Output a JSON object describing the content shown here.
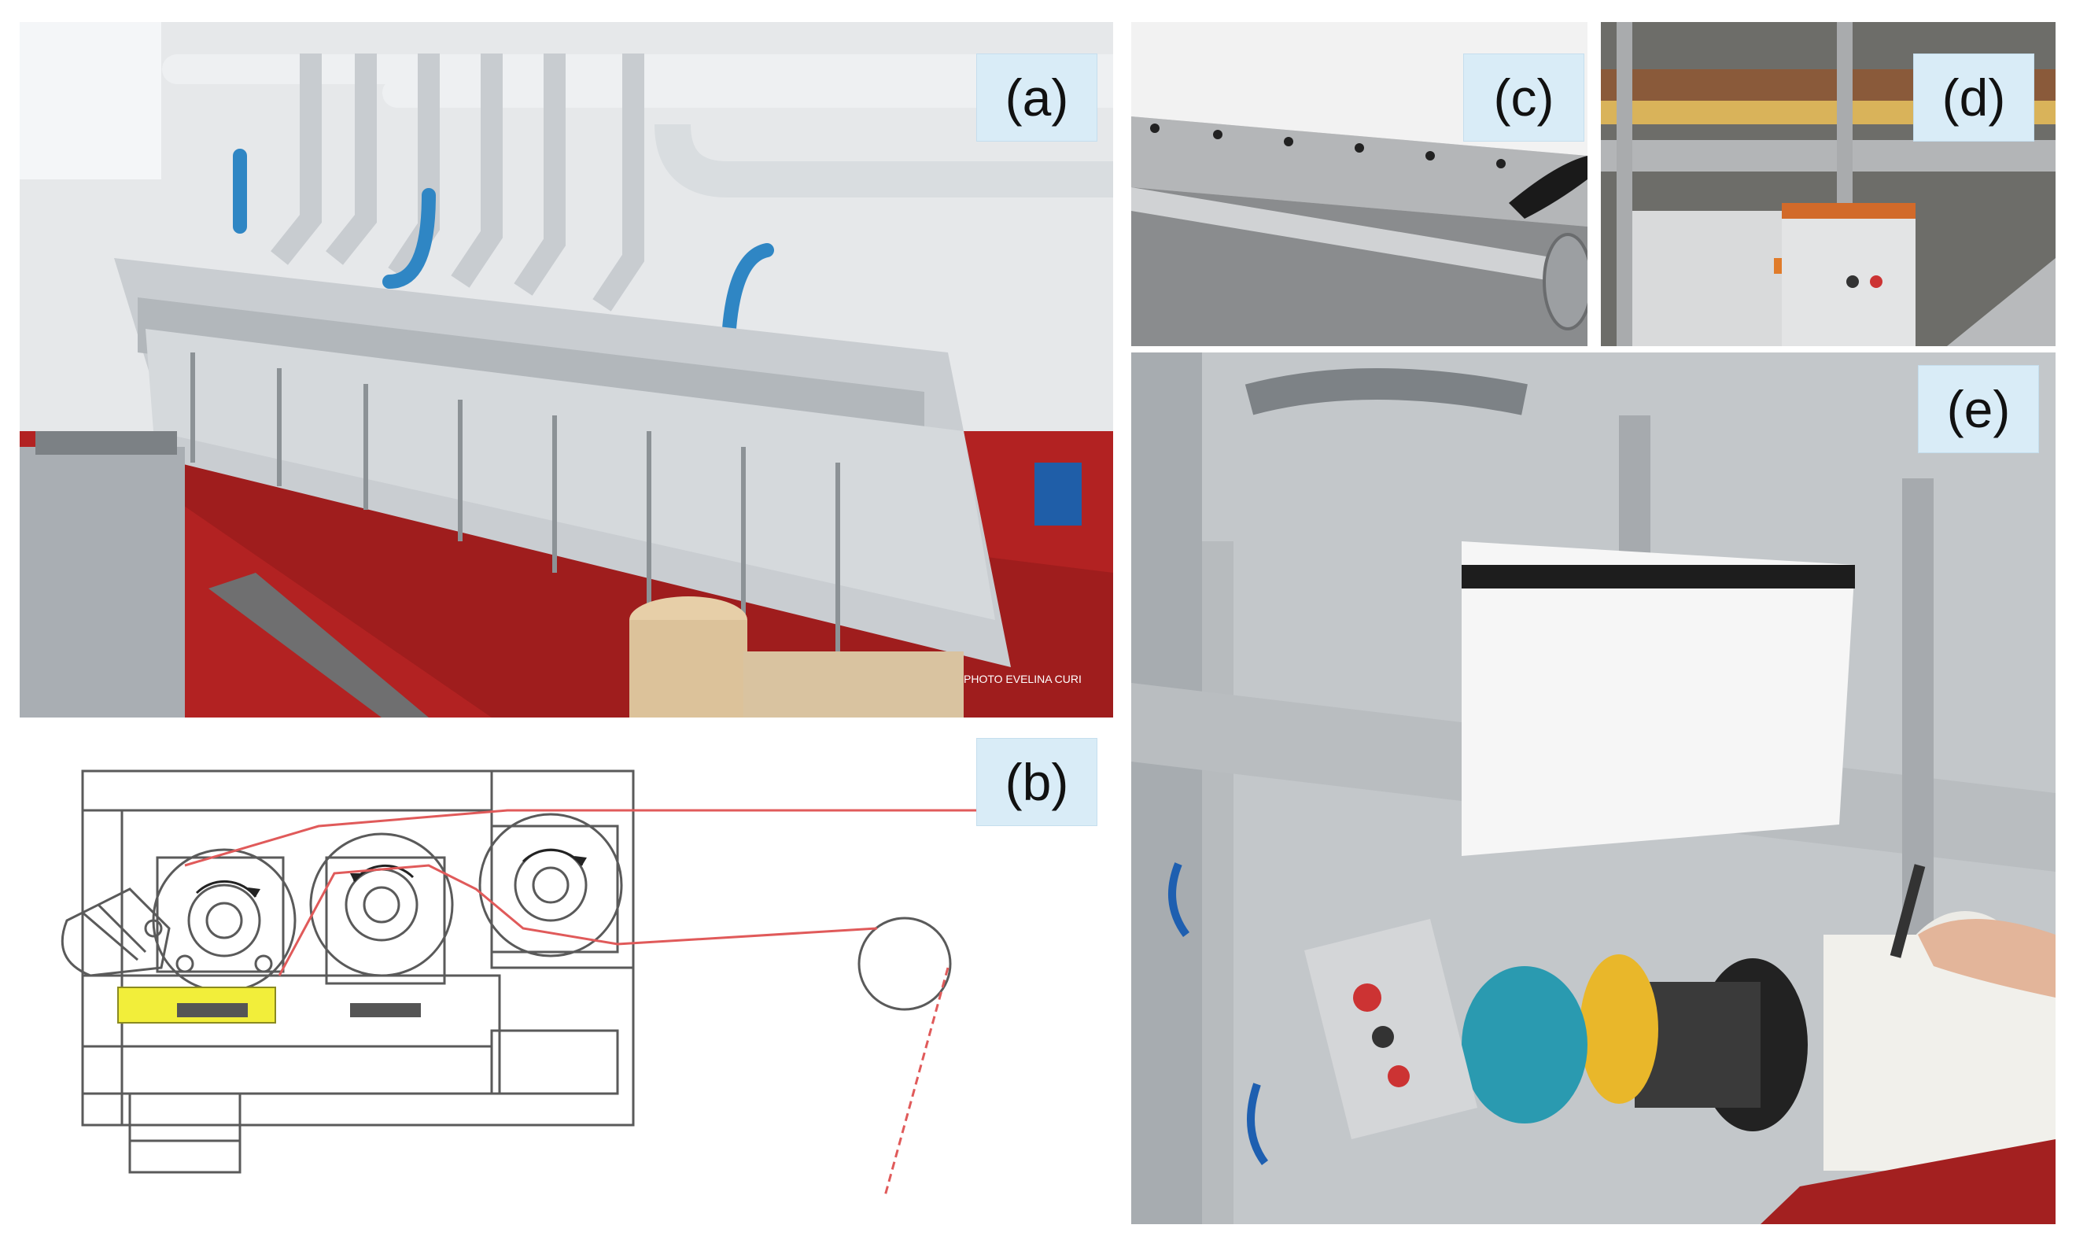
{
  "panels": {
    "a": {
      "label": "(a)"
    },
    "b": {
      "label": "(b)"
    },
    "c": {
      "label": "(c)"
    },
    "d": {
      "label": "(d)"
    },
    "e": {
      "label": "(e)"
    }
  },
  "photo_credit": "PHOTO EVELINA CURI",
  "colors": {
    "label_bg": "#d9ecf7",
    "floor_red": "#b22222",
    "web_line_red": "#e05a5a",
    "highlight_yellow": "#f2ee3a"
  },
  "icons": {
    "rotation": "curved-arrow-icon"
  }
}
